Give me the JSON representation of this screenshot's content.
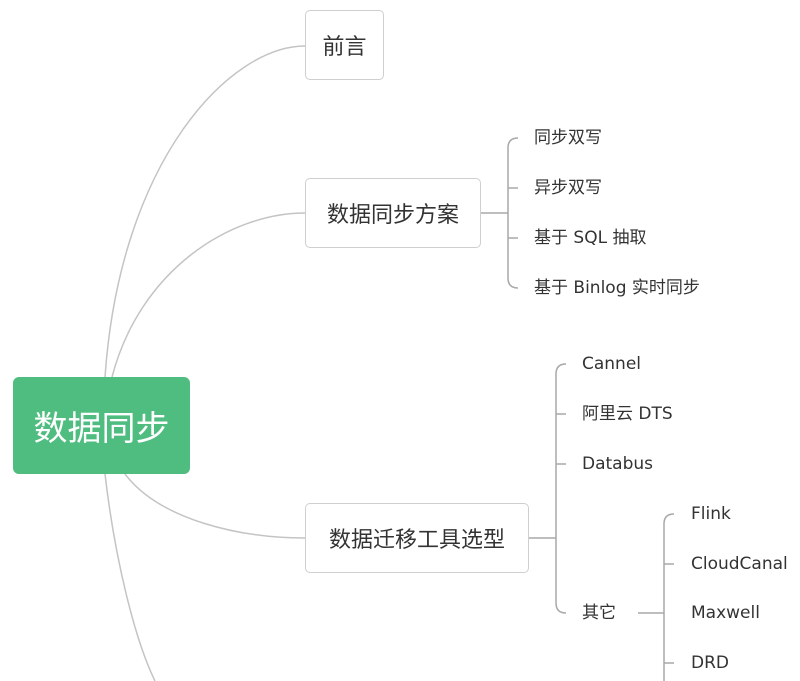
{
  "colors": {
    "root_fill": "#4fbd80",
    "root_text": "#ffffff",
    "line": "#c4c4c4",
    "branch_line": "#a8a8a8",
    "text": "#333333"
  },
  "root": {
    "label": "数据同步"
  },
  "topics": {
    "intro": {
      "label": "前言"
    },
    "sync": {
      "label": "数据同步方案",
      "children": [
        "同步双写",
        "异步双写",
        "基于 SQL 抽取",
        "基于 Binlog 实时同步"
      ]
    },
    "tools": {
      "label": "数据迁移工具选型",
      "children": [
        "Cannel",
        "阿里云 DTS",
        "Databus",
        "其它"
      ],
      "other": {
        "children": [
          "Flink",
          "CloudCanal",
          "Maxwell",
          "DRD"
        ]
      }
    }
  }
}
